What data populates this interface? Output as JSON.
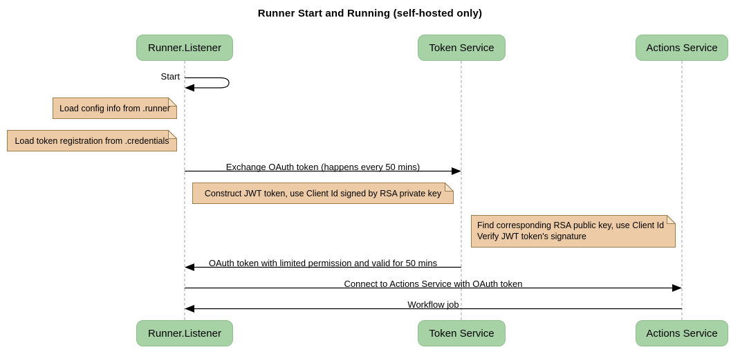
{
  "title": "Runner Start and Running (self-hosted only)",
  "actors": {
    "runner": "Runner.Listener",
    "token": "Token Service",
    "actions": "Actions Service"
  },
  "messages": {
    "start": "Start",
    "exchange_oauth": "Exchange OAuth token (happens every 50 mins)",
    "oauth_token_return": "OAuth token with limited permission and valid for 50 mins",
    "connect_actions": "Connect to Actions Service with OAuth token",
    "workflow_job": "Workflow job"
  },
  "notes": {
    "load_config": "Load config info from .runner",
    "load_token_registration": "Load token registration from .credentials",
    "construct_jwt": "Construct JWT token, use Client Id signed by RSA private key",
    "verify_jwt_line1": "Find corresponding RSA public key, use Client Id",
    "verify_jwt_line2": "Verify JWT token's signature"
  },
  "colors": {
    "background": "#ffffff",
    "text": "#000000",
    "actor_fill": "#a6d2a6",
    "actor_border": "#8fbf8f",
    "note_fill": "#edcba6",
    "note_fold": "#f4e2c8",
    "note_border": "#9a7d4e",
    "lifeline": "#a0a0a0",
    "arrow": "#000000"
  }
}
